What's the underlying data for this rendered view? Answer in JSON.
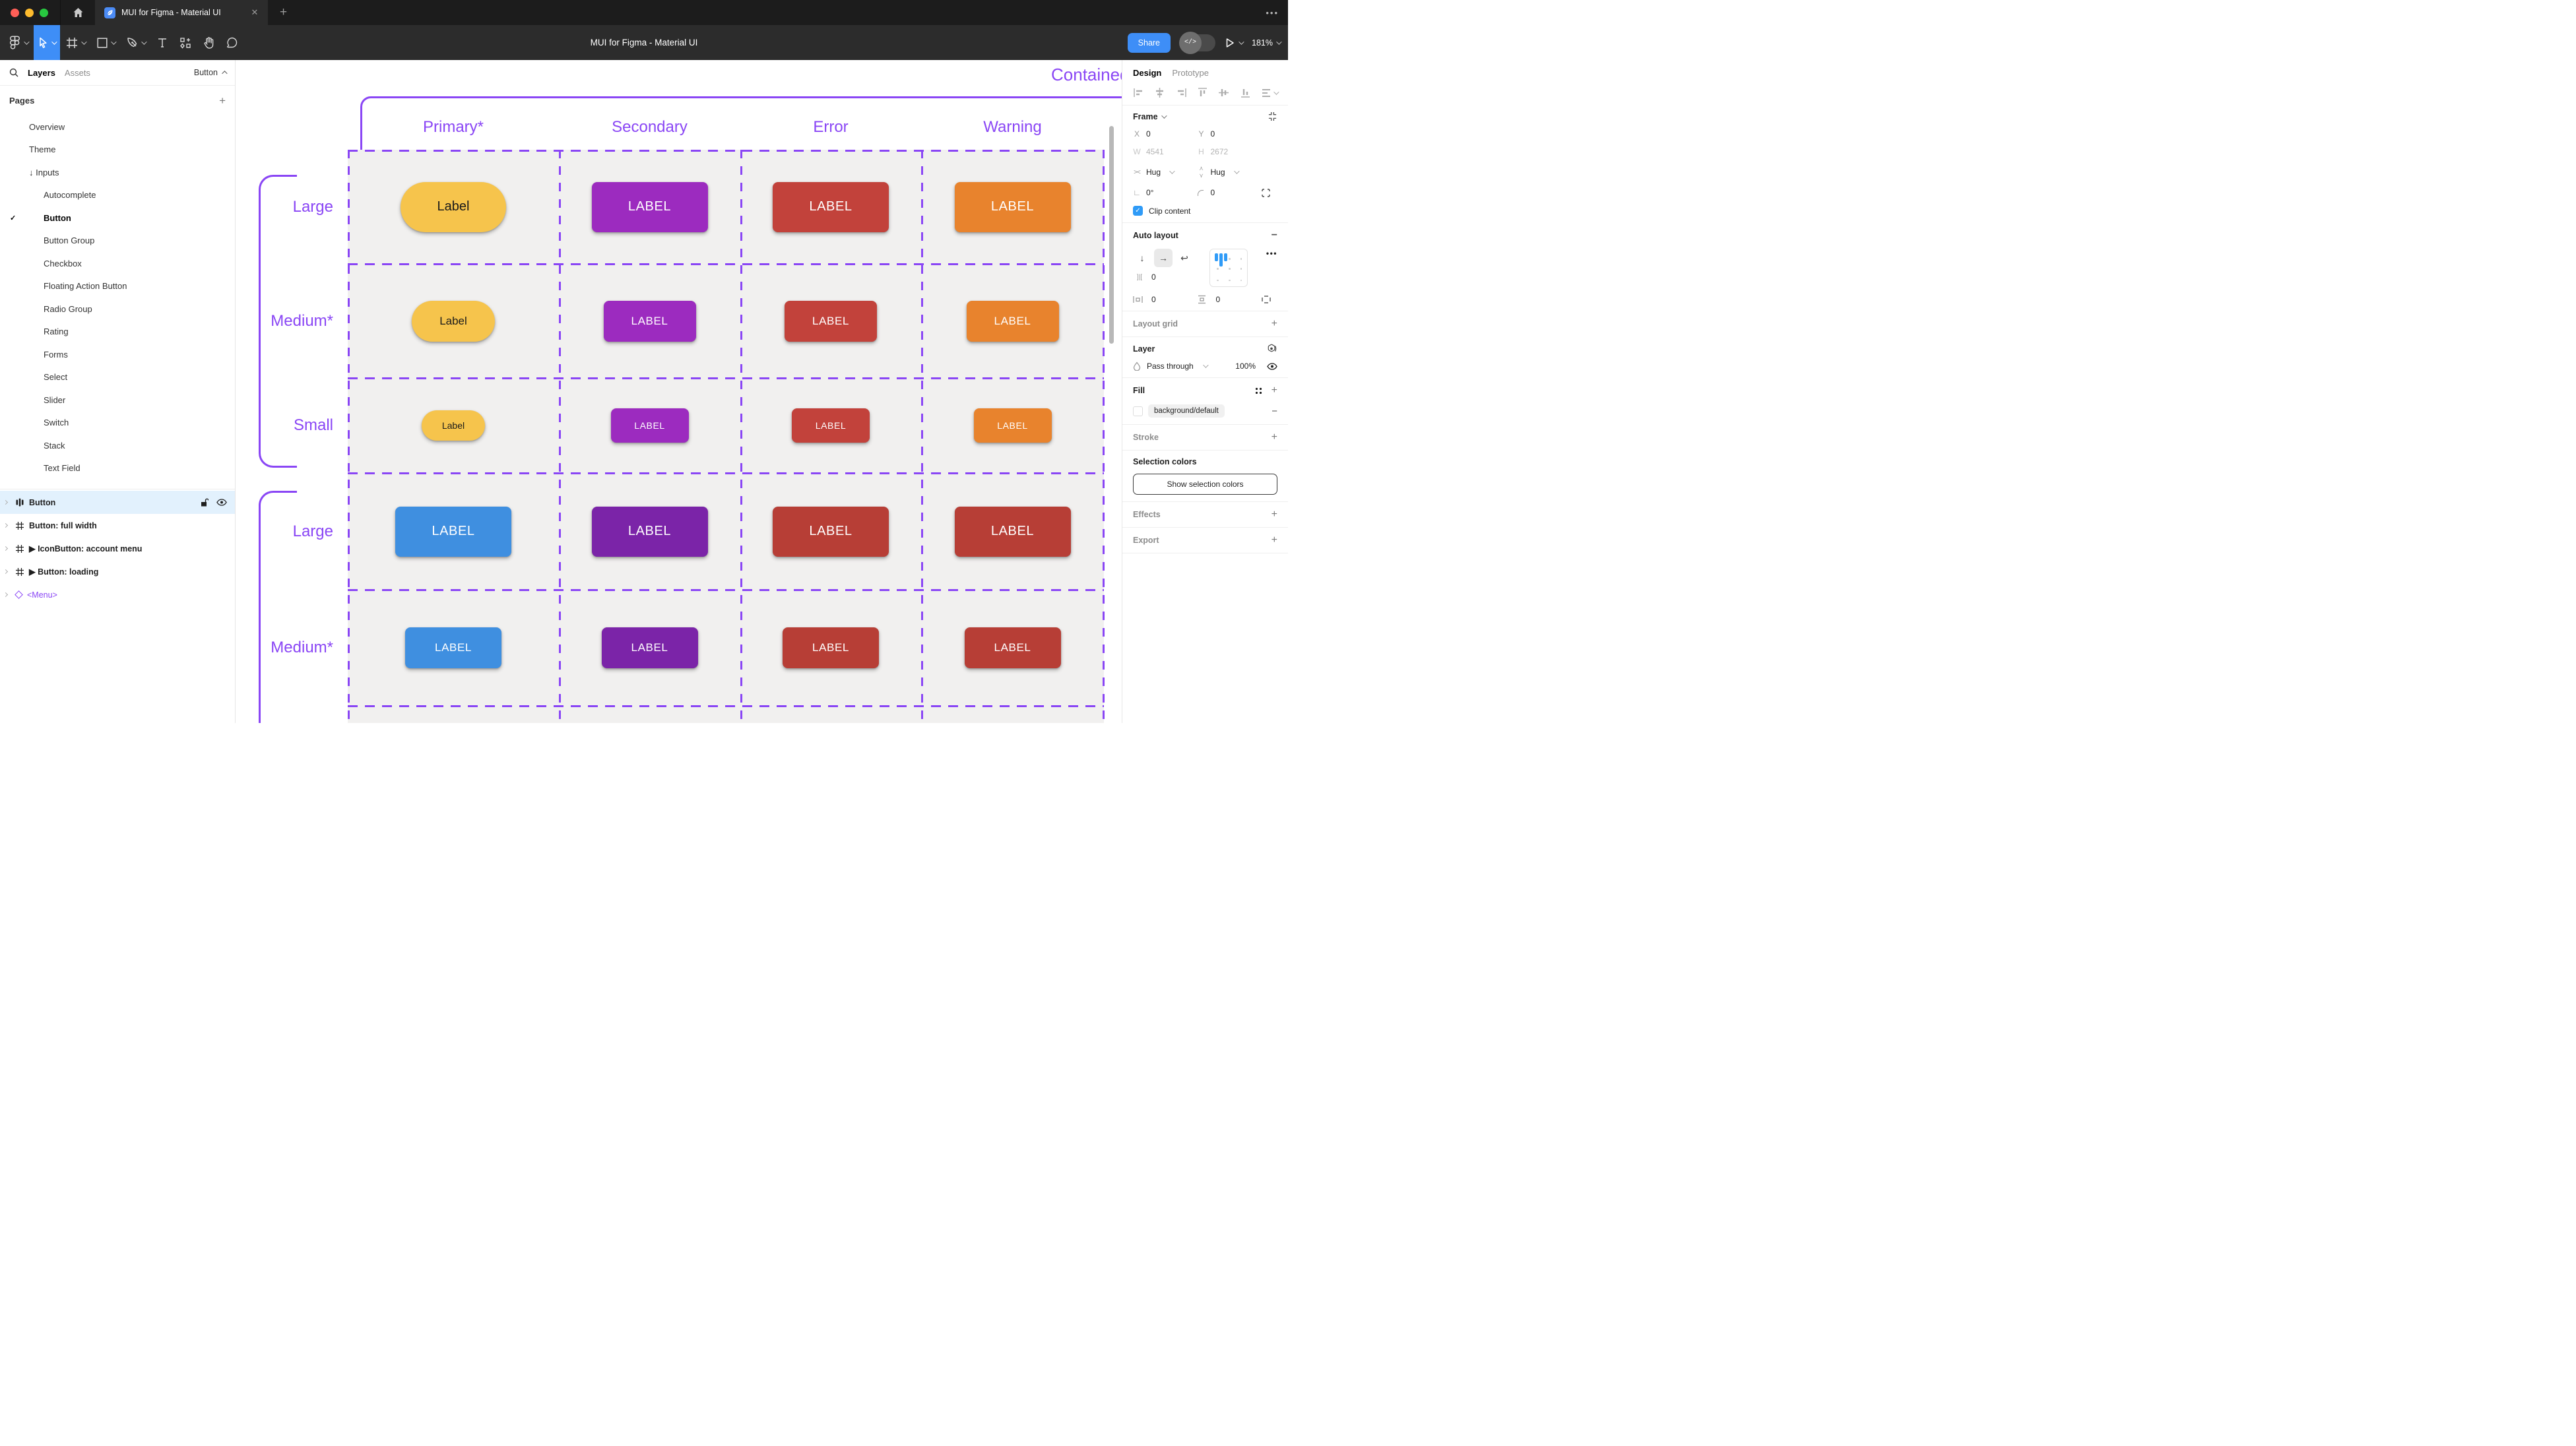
{
  "window": {
    "tab_title": "MUI for Figma - Material UI",
    "toolbar_title": "MUI for Figma - Material UI",
    "share_label": "Share",
    "zoom_level": "181%",
    "tab_close": "✕"
  },
  "left_panel": {
    "tabs": [
      "Layers",
      "Assets"
    ],
    "selection_chip": "Button",
    "pages_header": "Pages",
    "pages": [
      {
        "label": "Overview",
        "indent": 1
      },
      {
        "label": "Theme",
        "indent": 1
      },
      {
        "label": "↓ Inputs",
        "indent": 1
      },
      {
        "label": "Autocomplete",
        "indent": 2
      },
      {
        "label": "Button",
        "indent": 2,
        "selected": true,
        "checked": true
      },
      {
        "label": "Button Group",
        "indent": 2
      },
      {
        "label": "Checkbox",
        "indent": 2
      },
      {
        "label": "Floating Action Button",
        "indent": 2
      },
      {
        "label": "Radio Group",
        "indent": 2
      },
      {
        "label": "Rating",
        "indent": 2
      },
      {
        "label": "Forms",
        "indent": 2
      },
      {
        "label": "Select",
        "indent": 2
      },
      {
        "label": "Slider",
        "indent": 2
      },
      {
        "label": "Switch",
        "indent": 2
      },
      {
        "label": "Stack",
        "indent": 2
      },
      {
        "label": "Text Field",
        "indent": 2
      }
    ],
    "layers": [
      {
        "label": "Button",
        "icon": "autolayout",
        "selected": true
      },
      {
        "label": "Button: full width",
        "icon": "frame"
      },
      {
        "label": "▶ IconButton: account menu",
        "icon": "frame"
      },
      {
        "label": "▶ Button: loading",
        "icon": "frame"
      },
      {
        "label": "<Menu>",
        "icon": "diamond",
        "purple": true
      }
    ]
  },
  "right_panel": {
    "tabs": [
      "Design",
      "Prototype"
    ],
    "frame": {
      "label": "Frame",
      "x_label": "X",
      "x_value": "0",
      "y_label": "Y",
      "y_value": "0",
      "w_label": "W",
      "w_value": "4541",
      "h_label": "H",
      "h_value": "2672",
      "hug_h": "Hug",
      "hug_v": "Hug",
      "rotation": "0°",
      "radius": "0",
      "clip_label": "Clip content"
    },
    "auto_layout": {
      "title": "Auto layout",
      "gap": "0",
      "pad_h": "0",
      "pad_v": "0"
    },
    "layout_grid": "Layout grid",
    "layer": {
      "title": "Layer",
      "blend": "Pass through",
      "opacity": "100%"
    },
    "fill": {
      "title": "Fill",
      "token": "background/default"
    },
    "stroke": "Stroke",
    "selection_colors": {
      "title": "Selection colors",
      "button": "Show selection colors"
    },
    "effects": "Effects",
    "export": "Export"
  },
  "canvas": {
    "accent_color": "#8A46F5",
    "section_title": "Contained",
    "columns": [
      "Primary*",
      "Secondary",
      "Error",
      "Warning"
    ],
    "rows": [
      {
        "label": "Large",
        "cells": [
          {
            "text": "Label",
            "bg": "#F6C44C",
            "fg": "#1A1A1A",
            "w": 160,
            "h": 76,
            "fs": 20,
            "pill": true
          },
          {
            "text": "LABEL",
            "bg": "#9C2BBF",
            "fg": "#FFFFFF",
            "w": 176,
            "h": 76,
            "fs": 20
          },
          {
            "text": "LABEL",
            "bg": "#C2423B",
            "fg": "#FFFFFF",
            "w": 176,
            "h": 76,
            "fs": 20
          },
          {
            "text": "LABEL",
            "bg": "#E8832D",
            "fg": "#FFFFFF",
            "w": 176,
            "h": 76,
            "fs": 20
          }
        ]
      },
      {
        "label": "Medium*",
        "cells": [
          {
            "text": "Label",
            "bg": "#F6C44C",
            "fg": "#1A1A1A",
            "w": 126,
            "h": 62,
            "fs": 17,
            "pill": true
          },
          {
            "text": "LABEL",
            "bg": "#9C2BBF",
            "fg": "#FFFFFF",
            "w": 140,
            "h": 62,
            "fs": 17
          },
          {
            "text": "LABEL",
            "bg": "#C2423B",
            "fg": "#FFFFFF",
            "w": 140,
            "h": 62,
            "fs": 17
          },
          {
            "text": "LABEL",
            "bg": "#E8832D",
            "fg": "#FFFFFF",
            "w": 140,
            "h": 62,
            "fs": 17
          }
        ]
      },
      {
        "label": "Small",
        "cells": [
          {
            "text": "Label",
            "bg": "#F6C44C",
            "fg": "#1A1A1A",
            "w": 96,
            "h": 46,
            "fs": 14,
            "pill": true
          },
          {
            "text": "LABEL",
            "bg": "#9C2BBF",
            "fg": "#FFFFFF",
            "w": 118,
            "h": 52,
            "fs": 14
          },
          {
            "text": "LABEL",
            "bg": "#C2423B",
            "fg": "#FFFFFF",
            "w": 118,
            "h": 52,
            "fs": 14
          },
          {
            "text": "LABEL",
            "bg": "#E8832D",
            "fg": "#FFFFFF",
            "w": 118,
            "h": 52,
            "fs": 14
          }
        ]
      },
      {
        "label": "Large",
        "cells": [
          {
            "text": "LABEL",
            "bg": "#3F8FE0",
            "fg": "#FFFFFF",
            "w": 176,
            "h": 76,
            "fs": 20
          },
          {
            "text": "LABEL",
            "bg": "#7B24A8",
            "fg": "#FFFFFF",
            "w": 176,
            "h": 76,
            "fs": 20
          },
          {
            "text": "LABEL",
            "bg": "#B73E36",
            "fg": "#FFFFFF",
            "w": 176,
            "h": 76,
            "fs": 20
          },
          {
            "text": "LABEL",
            "bg": "#B73E36",
            "fg": "#FFFFFF",
            "w": 176,
            "h": 76,
            "fs": 20
          }
        ]
      },
      {
        "label": "Medium*",
        "cells": [
          {
            "text": "LABEL",
            "bg": "#3F8FE0",
            "fg": "#FFFFFF",
            "w": 146,
            "h": 62,
            "fs": 17
          },
          {
            "text": "LABEL",
            "bg": "#7B24A8",
            "fg": "#FFFFFF",
            "w": 146,
            "h": 62,
            "fs": 17
          },
          {
            "text": "LABEL",
            "bg": "#B73E36",
            "fg": "#FFFFFF",
            "w": 146,
            "h": 62,
            "fs": 17
          },
          {
            "text": "LABEL",
            "bg": "#B73E36",
            "fg": "#FFFFFF",
            "w": 146,
            "h": 62,
            "fs": 17
          }
        ]
      }
    ]
  }
}
